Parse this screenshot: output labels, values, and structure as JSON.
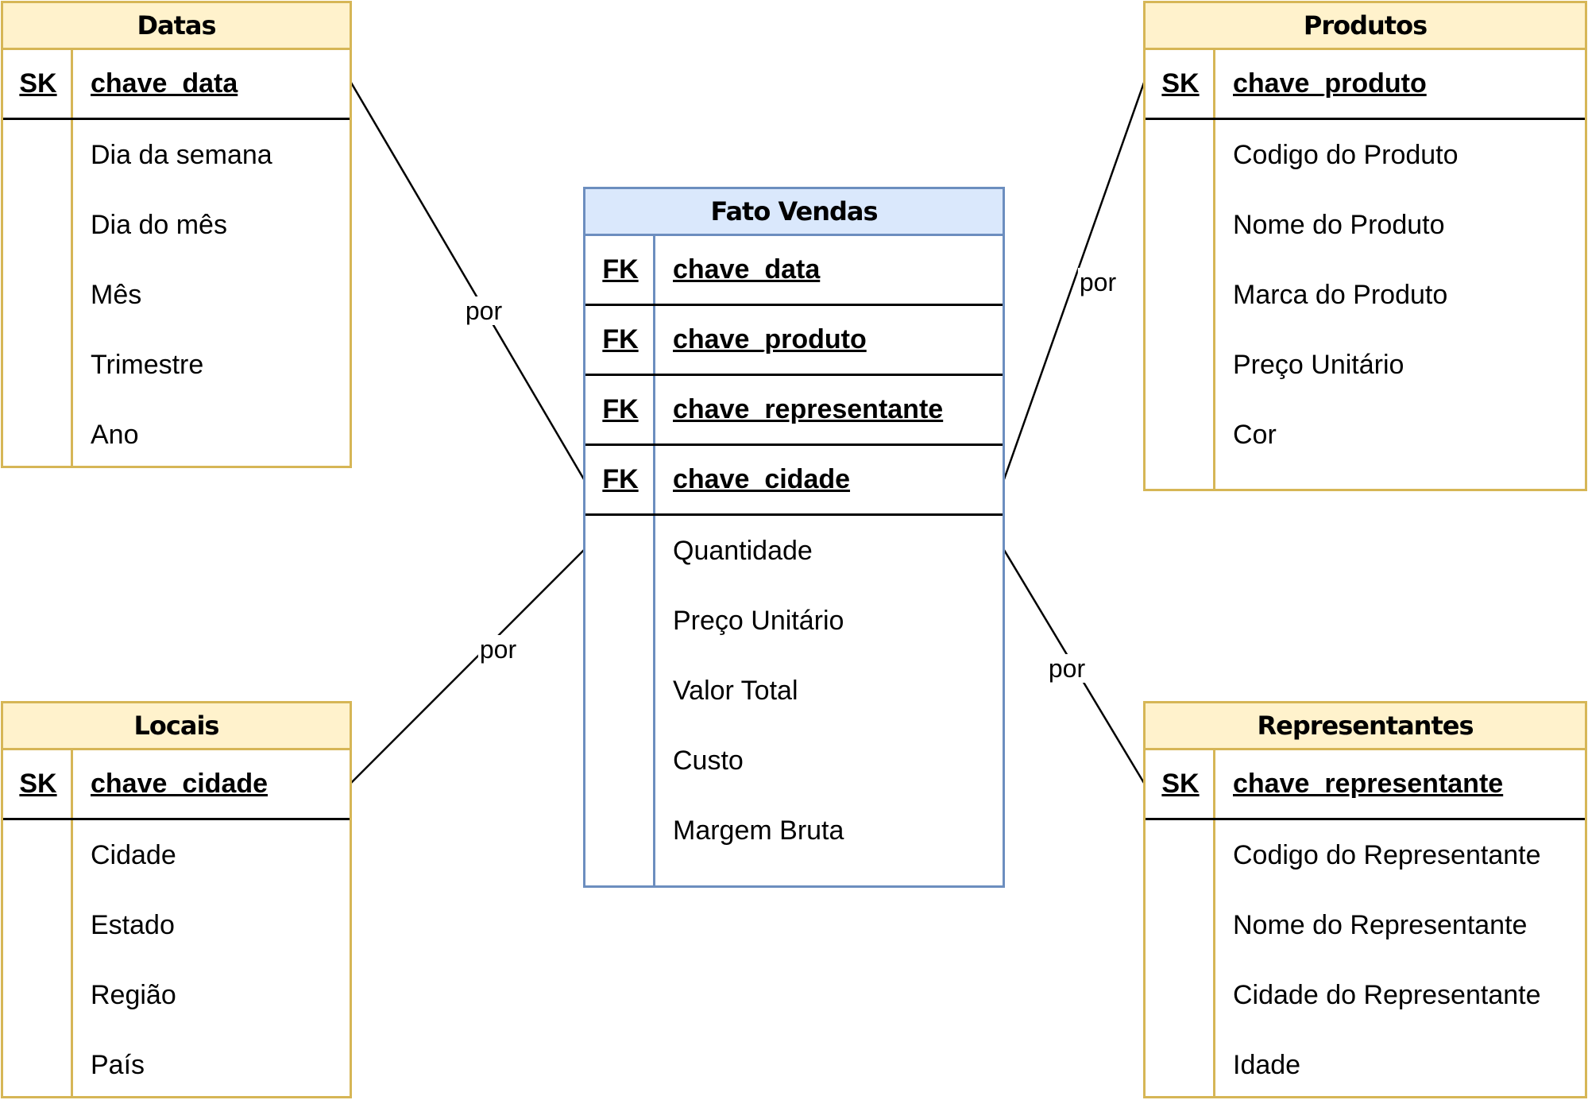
{
  "links_label": "por",
  "entities": {
    "datas": {
      "title": "Datas",
      "key": {
        "tag": "SK",
        "name": "chave_data"
      },
      "attributes": [
        "Dia da semana",
        "Dia do mês",
        "Mês",
        "Trimestre",
        "Ano"
      ]
    },
    "produtos": {
      "title": "Produtos",
      "key": {
        "tag": "SK",
        "name": "chave_produto"
      },
      "attributes": [
        "Codigo do Produto",
        "Nome do Produto",
        "Marca do Produto",
        "Preço Unitário",
        "Cor"
      ]
    },
    "fato": {
      "title": "Fato Vendas",
      "keys": [
        {
          "tag": "FK",
          "name": "chave_data"
        },
        {
          "tag": "FK",
          "name": "chave_produto"
        },
        {
          "tag": "FK",
          "name": "chave_representante"
        },
        {
          "tag": "FK",
          "name": "chave_cidade"
        }
      ],
      "attributes": [
        "Quantidade",
        "Preço Unitário",
        "Valor Total",
        "Custo",
        "Margem Bruta"
      ]
    },
    "locais": {
      "title": "Locais",
      "key": {
        "tag": "SK",
        "name": "chave_cidade"
      },
      "attributes": [
        "Cidade",
        "Estado",
        "Região",
        "País"
      ]
    },
    "representantes": {
      "title": "Representantes",
      "key": {
        "tag": "SK",
        "name": "chave_representante"
      },
      "attributes": [
        "Codigo do Representante",
        "Nome do Representante",
        "Cidade do Representante",
        "Idade"
      ]
    }
  },
  "colors": {
    "dimension_border": "#d6b656",
    "dimension_header": "#fff2cc",
    "fact_border": "#6c8ebf",
    "fact_header": "#dae8fc"
  }
}
